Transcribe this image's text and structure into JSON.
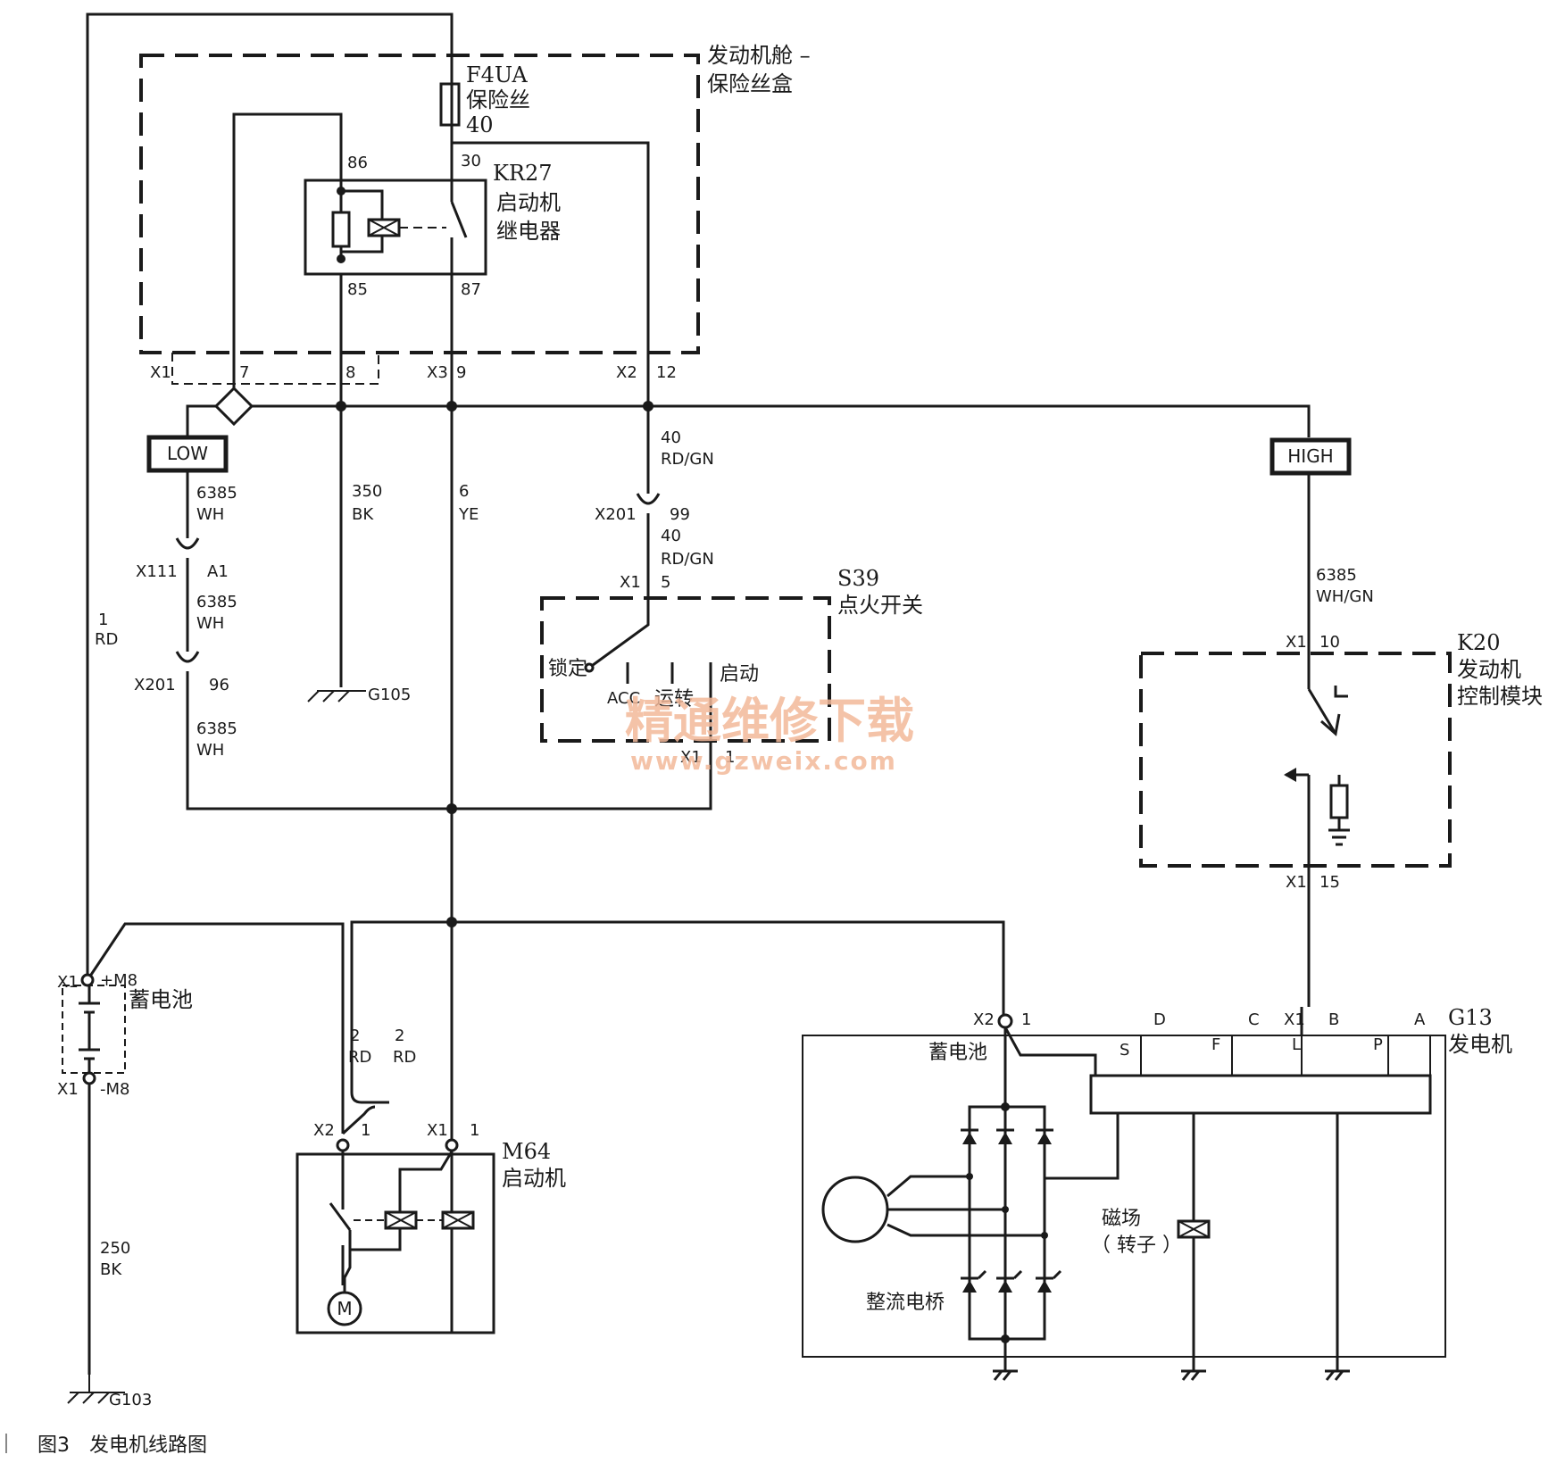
{
  "fuse_box": {
    "title_line1": "发动机舱 –",
    "title_line2": "保险丝盒"
  },
  "fuse": {
    "id": "F4UA",
    "name": "保险丝",
    "rating": "40"
  },
  "relay": {
    "id": "KR27",
    "name_line1": "启动机",
    "name_line2": "继电器",
    "pin86": "86",
    "pin30": "30",
    "pin85": "85",
    "pin87": "87"
  },
  "connectors_top": {
    "x1": "X1",
    "p7": "7",
    "p8": "8",
    "x3": "X3",
    "p9": "9",
    "x2": "X2",
    "p12": "12"
  },
  "badges": {
    "low": "LOW",
    "high": "HIGH"
  },
  "wires": {
    "w6385a_num": "6385",
    "w6385a_col": "WH",
    "x111": "X111",
    "a1": "A1",
    "w6385b_num": "6385",
    "w6385b_col": "WH",
    "x201a": "X201",
    "p96": "96",
    "w6385c_num": "6385",
    "w6385c_col": "WH",
    "w350_num": "350",
    "w350_col": "BK",
    "w6_num": "6",
    "w6_col": "YE",
    "w40a_num": "40",
    "w40a_col": "RD/GN",
    "x201b": "X201",
    "p99": "99",
    "w40b_num": "40",
    "w40b_col": "RD/GN",
    "w1_num": "1",
    "w1_col": "RD",
    "w6385d_num": "6385",
    "w6385d_col": "WH/GN",
    "w250_num": "250",
    "w250_col": "BK",
    "w2a_num": "2",
    "w2a_col": "RD",
    "w2b_num": "2",
    "w2b_col": "RD"
  },
  "grounds": {
    "g105": "G105",
    "g103": "G103"
  },
  "ignition": {
    "id": "S39",
    "name": "点火开关",
    "x1_top": "X1",
    "p5": "5",
    "lock": "锁定",
    "acc": "ACC",
    "run": "运转",
    "start": "启动",
    "x1_bot": "X1",
    "p1": "1"
  },
  "ecm": {
    "id": "K20",
    "name_line1": "发动机",
    "name_line2": "控制模块",
    "x1_top": "X1",
    "p10": "10",
    "x1_bot": "X1",
    "p15": "15"
  },
  "battery": {
    "x1_pos": "X1",
    "pos": "+M8",
    "name": "蓄电池",
    "x1_neg": "X1",
    "neg": "-M8"
  },
  "starter": {
    "id": "M64",
    "name": "启动机",
    "x2": "X2",
    "p1a": "1",
    "x1": "X1",
    "p1b": "1",
    "motor": "M"
  },
  "generator": {
    "id": "G13",
    "name": "发电机",
    "x2": "X2",
    "p1": "1",
    "pinD": "D",
    "pinC": "C",
    "x1": "X1",
    "pinB": "B",
    "pinA": "A",
    "s": "S",
    "f": "F",
    "l": "L",
    "p": "P",
    "battery_label": "蓄电池",
    "rotor_line1": "磁场",
    "rotor_line2": "（ 转子 ）",
    "bridge": "整流电桥"
  },
  "watermark": {
    "line1": "精通维修下载",
    "line2": "www.gzweix.com"
  },
  "caption": {
    "figure": "图3",
    "title": "发电机线路图"
  }
}
